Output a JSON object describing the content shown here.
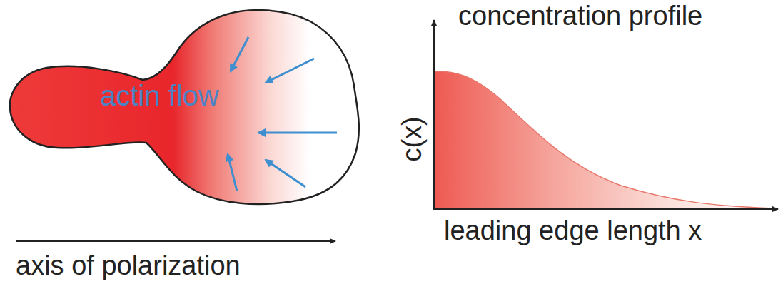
{
  "diagram": {
    "nodes": [
      {
        "text": [
          "actin flow"
        ]
      }
    ],
    "labels": [
      "axis of polarization",
      "concentration profile",
      "c(x)",
      "leading edge length x"
    ]
  }
}
